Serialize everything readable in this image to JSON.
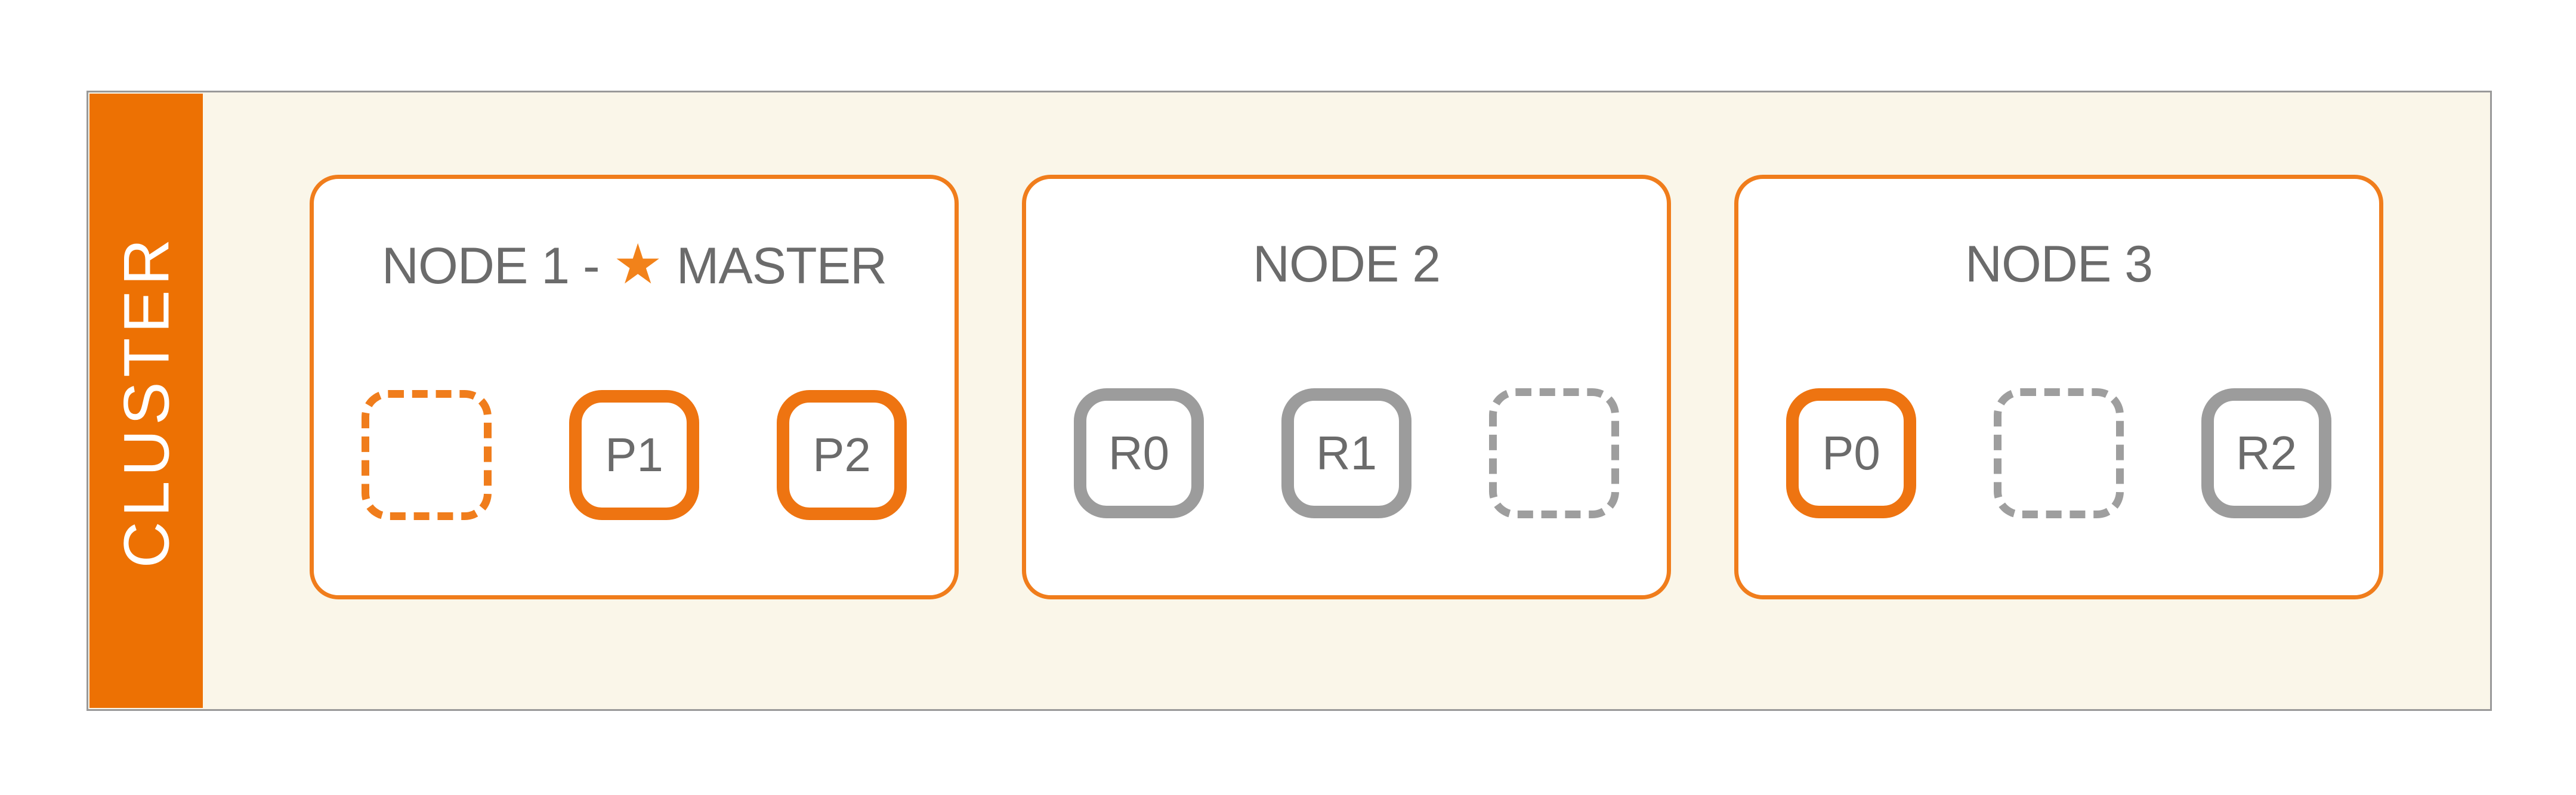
{
  "colors": {
    "page_bg": "#ffffff",
    "container_bg": "#faf6e9",
    "container_border": "#999999",
    "bar_bg": "#ed7103",
    "bar_text": "#ffffff",
    "node_border": "#f07d1c",
    "orange_accent": "#ee7411",
    "gray_border": "#9c9c9c",
    "gray_dash": "#9e9e9e",
    "title_text": "#6b6b6b",
    "label_text": "#6b6b6b",
    "star": "#f2821a"
  },
  "cluster": {
    "label": "CLUSTER",
    "nodes": [
      {
        "title_prefix": "NODE 1 - ",
        "star_icon": "★",
        "title_suffix": " MASTER",
        "slots": [
          {
            "type": "empty-dashed-orange",
            "label": ""
          },
          {
            "type": "primary",
            "label": "P1"
          },
          {
            "type": "primary",
            "label": "P2"
          }
        ]
      },
      {
        "title_prefix": "NODE 2",
        "slots": [
          {
            "type": "replica",
            "label": "R0"
          },
          {
            "type": "replica",
            "label": "R1"
          },
          {
            "type": "empty-dashed-gray",
            "label": ""
          }
        ]
      },
      {
        "title_prefix": "NODE 3",
        "slots": [
          {
            "type": "primary",
            "label": "P0"
          },
          {
            "type": "empty-dashed-gray",
            "label": ""
          },
          {
            "type": "replica",
            "label": "R2"
          }
        ]
      }
    ]
  }
}
